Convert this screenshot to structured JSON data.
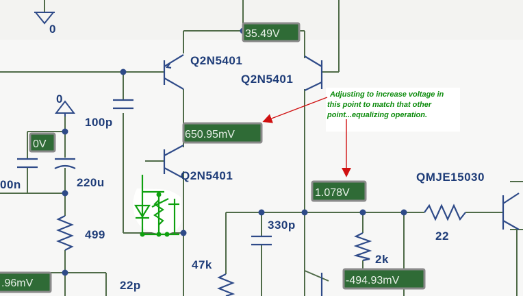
{
  "colors": {
    "wire": "#4f6b48",
    "label": "#1e3c78",
    "probe_bg": "#2f6b36",
    "probe_border": "#8a8a8a",
    "annotation": "#d01010",
    "annotation_text": "#0a8a0a",
    "overlay": "#0ea00e",
    "paper": "#f0f0ee"
  },
  "ground": {
    "label": "0"
  },
  "transistors": {
    "q1": "Q2N5401",
    "q2": "Q2N5401",
    "q3": "Q2N5401",
    "q4": "QMJE15030"
  },
  "components": {
    "c_100p": "100p",
    "c_220u": "220u",
    "c_00n": "00n",
    "r_499": "499",
    "c_22p": "22p",
    "r_47k": "47k",
    "c_330p": "330p",
    "r_2k": "2k",
    "r_22": "22",
    "ground_small": "0"
  },
  "probes": {
    "p_35v": "35.49V",
    "p_650mv": "650.95mV",
    "p_0v": "0V",
    "p_1078v": "1.078V",
    "p_494mv": "-494.93mV",
    "p_96mv": ".96mV"
  },
  "annotation": {
    "line1": "Adjusting to increase voltage in",
    "line2": "this point to match that other",
    "line3": "point...equalizing operation."
  }
}
